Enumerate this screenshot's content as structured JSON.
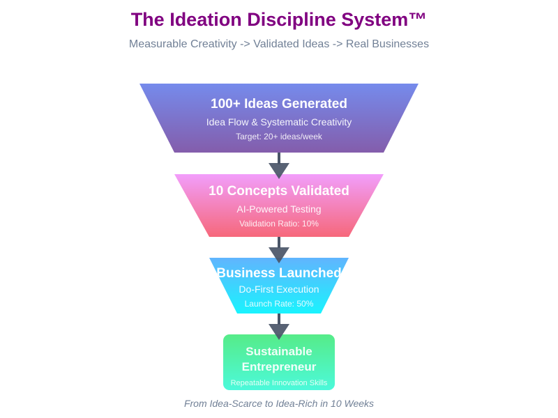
{
  "header": {
    "title": "The Ideation Discipline System™",
    "subtitle": "Measurable Creativity -> Validated Ideas -> Real Businesses"
  },
  "stages": [
    {
      "title": "100+ Ideas Generated",
      "subtitle": "Idea Flow & Systematic Creativity",
      "metric": "Target: 20+ ideas/week",
      "color_top": "#667eea",
      "color_bottom": "#764ba2"
    },
    {
      "title": "10 Concepts Validated",
      "subtitle": "AI-Powered Testing",
      "metric": "Validation Ratio: 10%",
      "color_top": "#f093fb",
      "color_bottom": "#f5576c"
    },
    {
      "title": "Business Launched",
      "subtitle": "Do-First Execution",
      "metric": "Launch Rate: 50%",
      "color_top": "#4facfe",
      "color_bottom": "#00f2fe"
    }
  ],
  "outcome": {
    "title_line1": "Sustainable",
    "title_line2": "Entrepreneur",
    "subtitle": "Repeatable Innovation Skills",
    "color_top": "#43e97b",
    "color_bottom": "#38f9d7"
  },
  "arrow_color": "#4a5568",
  "footer": {
    "tagline": "From Idea-Scarce to Idea-Rich in 10 Weeks"
  }
}
